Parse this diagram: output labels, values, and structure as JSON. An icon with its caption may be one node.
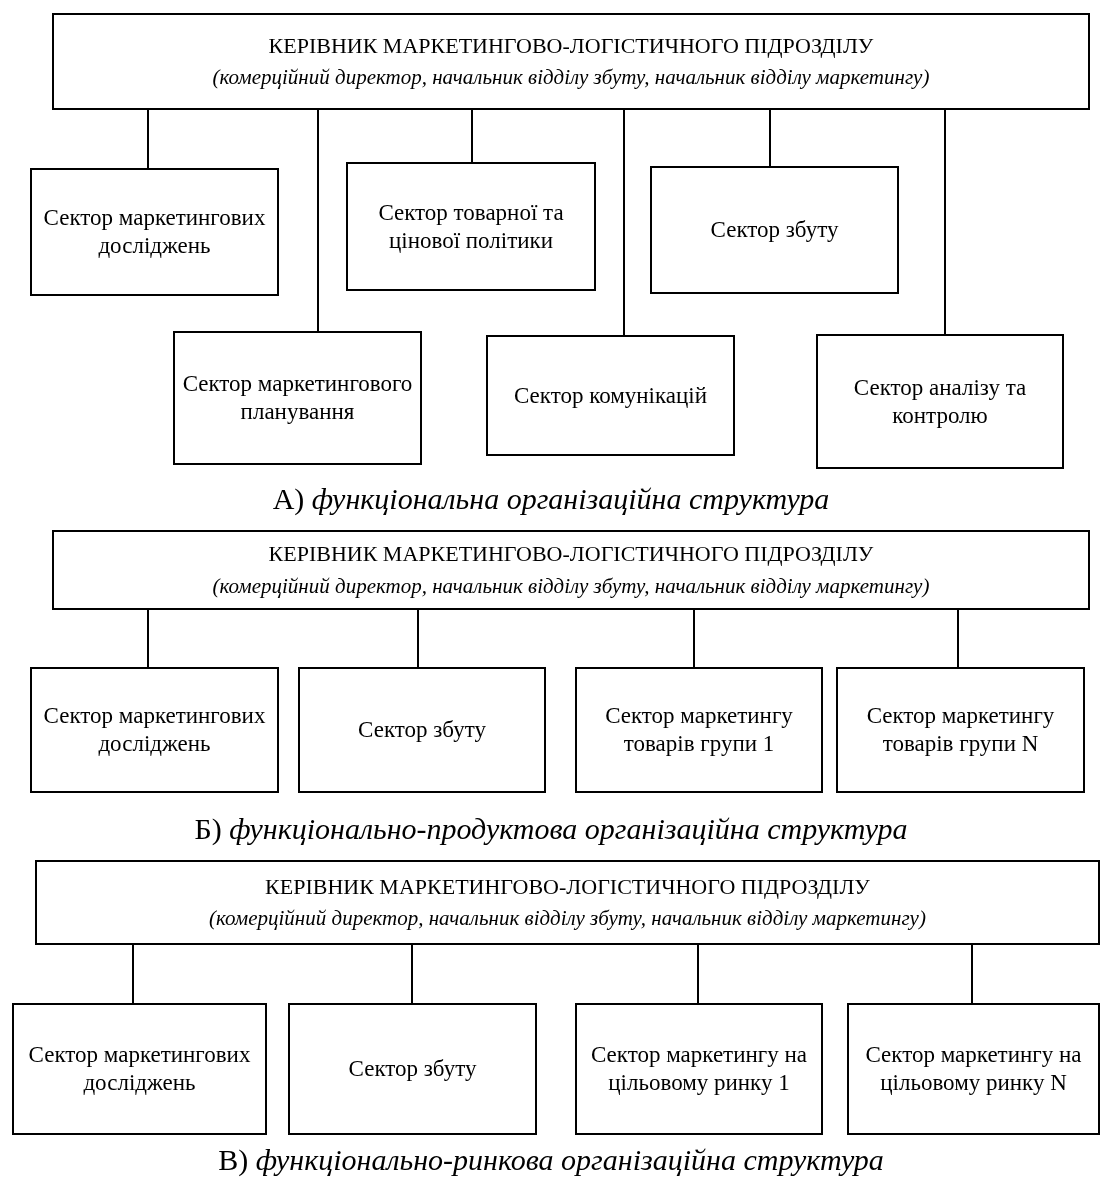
{
  "diagram": {
    "nodes": [
      {
        "text": [
          "КЕРІВНИК МАРКЕТИНГОВО-ЛОГІСТИЧНОГО ПІДРОЗДІЛУ",
          "(комерційний директор, начальник відділу збуту, начальник відділу маркетингу)"
        ]
      },
      {
        "text": [
          "Сектор маркетингових досліджень"
        ]
      },
      {
        "text": [
          "Сектор маркетингового планування"
        ]
      },
      {
        "text": [
          "Сектор товарної та цінової політики"
        ]
      },
      {
        "text": [
          "Сектор комунікацій"
        ]
      },
      {
        "text": [
          "Сектор збуту"
        ]
      },
      {
        "text": [
          "Сектор аналізу та контролю"
        ]
      },
      {
        "text": [
          "КЕРІВНИК МАРКЕТИНГОВО-ЛОГІСТИЧНОГО ПІДРОЗДІЛУ",
          "(комерційний директор, начальник відділу збуту, начальник відділу маркетингу)"
        ]
      },
      {
        "text": [
          "Сектор маркетингових досліджень"
        ]
      },
      {
        "text": [
          "Сектор збуту"
        ]
      },
      {
        "text": [
          "Сектор маркетингу товарів групи 1"
        ]
      },
      {
        "text": [
          "Сектор маркетингу товарів групи N"
        ]
      },
      {
        "text": [
          "КЕРІВНИК МАРКЕТИНГОВО-ЛОГІСТИЧНОГО ПІДРОЗДІЛУ",
          "(комерційний директор, начальник відділу збуту, начальник відділу маркетингу)"
        ]
      },
      {
        "text": [
          "Сектор маркетингових досліджень"
        ]
      },
      {
        "text": [
          "Сектор збуту"
        ]
      },
      {
        "text": [
          "Сектор маркетингу на цільовому ринку 1"
        ]
      },
      {
        "text": [
          "Сектор маркетингу на цільовому ринку N"
        ]
      }
    ],
    "edges": [
      {
        "from": 0,
        "to": 1,
        "arrow": "none"
      },
      {
        "from": 0,
        "to": 2,
        "arrow": "none"
      },
      {
        "from": 0,
        "to": 3,
        "arrow": "none"
      },
      {
        "from": 0,
        "to": 4,
        "arrow": "none"
      },
      {
        "from": 0,
        "to": 5,
        "arrow": "none"
      },
      {
        "from": 0,
        "to": 6,
        "arrow": "none"
      },
      {
        "from": 7,
        "to": 8,
        "arrow": "none"
      },
      {
        "from": 7,
        "to": 9,
        "arrow": "none"
      },
      {
        "from": 7,
        "to": 10,
        "arrow": "none"
      },
      {
        "from": 7,
        "to": 11,
        "arrow": "none"
      },
      {
        "from": 12,
        "to": 13,
        "arrow": "none"
      },
      {
        "from": 12,
        "to": 14,
        "arrow": "none"
      },
      {
        "from": 12,
        "to": 15,
        "arrow": "none"
      },
      {
        "from": 12,
        "to": 16,
        "arrow": "none"
      }
    ],
    "labels": [
      "А) *функціональна організаційна структура*",
      "Б) *функціонально-продуктова організаційна структура*",
      "В) *функціонально-ринкова організаційна структура*"
    ]
  }
}
